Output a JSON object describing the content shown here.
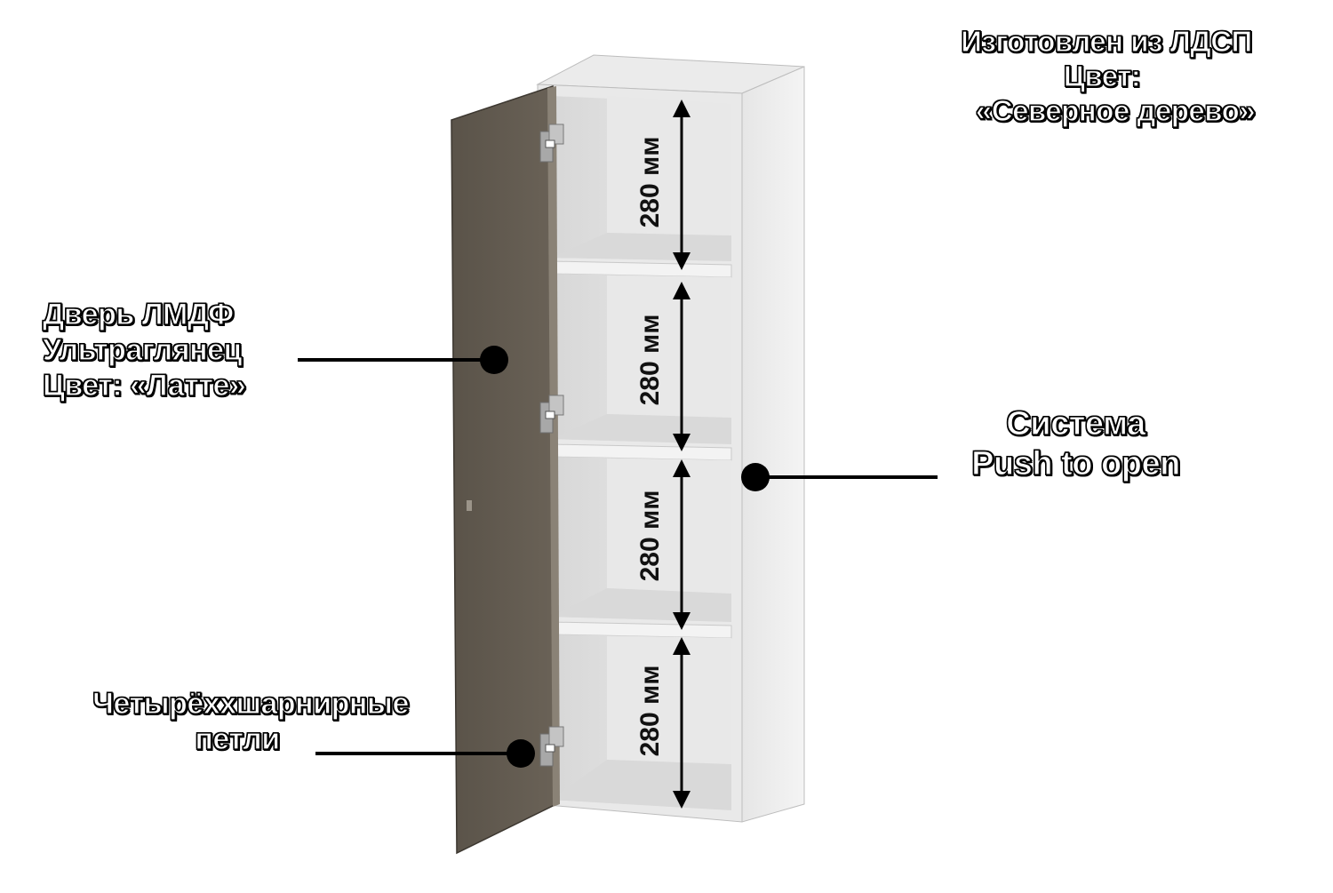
{
  "callouts": {
    "material": {
      "line1": "Изготовлен из ЛДСП",
      "line2": "Цвет:",
      "line3": "«Северное дерево»"
    },
    "door": {
      "line1": "Дверь ЛМДФ",
      "line2": "Ультраглянец",
      "line3": "Цвет:  «Латте»"
    },
    "push_system": {
      "line1": "Система",
      "line2": "Push to open"
    },
    "hinges": {
      "line1": "Четырёххшарнирные",
      "line2": "петли"
    }
  },
  "dimensions": [
    {
      "label": "280 мм"
    },
    {
      "label": "280 мм"
    },
    {
      "label": "280 мм"
    },
    {
      "label": "280 мм"
    }
  ],
  "colors": {
    "carcass": "#e4e4e4",
    "door": "#625b51",
    "text_fill": "#ffffff",
    "text_outline": "#000000"
  }
}
